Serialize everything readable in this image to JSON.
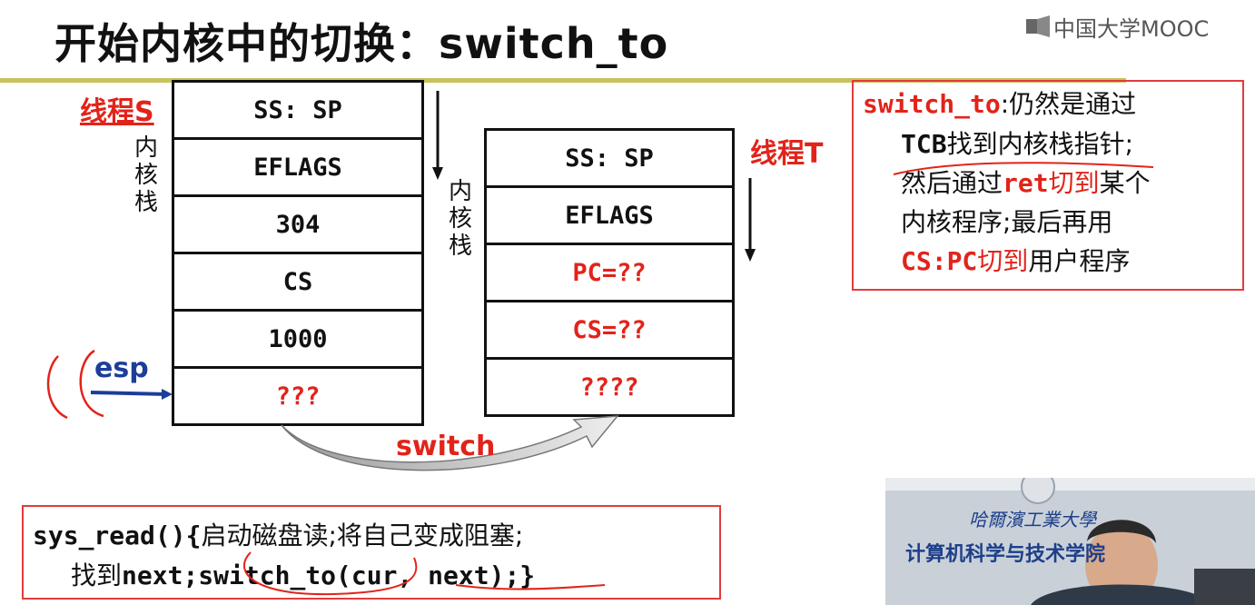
{
  "header": {
    "title": "开始内核中的切换：switch_to",
    "logo_text": "中国大学MOOC"
  },
  "stack_s": {
    "thread_label": "线程S",
    "side_label": [
      "内",
      "核",
      "栈"
    ],
    "cells": [
      "SS: SP",
      "EFLAGS",
      "304",
      "CS",
      "1000",
      "???"
    ],
    "pointer_label": "esp"
  },
  "stack_t": {
    "thread_label": "线程T",
    "side_label": [
      "内",
      "核",
      "栈"
    ],
    "cells": [
      "SS: SP",
      "EFLAGS",
      "PC=??",
      "CS=??",
      "????"
    ]
  },
  "switch_label": "switch",
  "note": {
    "line1_code": "switch_to",
    "line1_text": ":仍然是通过",
    "line2_code": "TCB",
    "line2_text": "找到内核栈指针;",
    "line3_pre": "然后通过",
    "line3_code": "ret",
    "line3_red": "切到",
    "line3_post": "某个",
    "line4": "内核程序;最后再用",
    "line5_code": "CS:PC",
    "line5_red": "切到",
    "line5_post": "用户程序"
  },
  "code": {
    "line1_code": "sys_read(){",
    "line1_text": "启动磁盘读;将自己变成阻塞;",
    "line2_pre": "找到",
    "line2_code": "next;switch_to(cur, next);}"
  },
  "video": {
    "sign_line1": "哈爾濱工業大學",
    "sign_line2": "计算机科学与技术学院"
  },
  "colors": {
    "accent_red": "#e2231a",
    "rule": "#c8c25a",
    "esp_blue": "#1c3e9a"
  }
}
